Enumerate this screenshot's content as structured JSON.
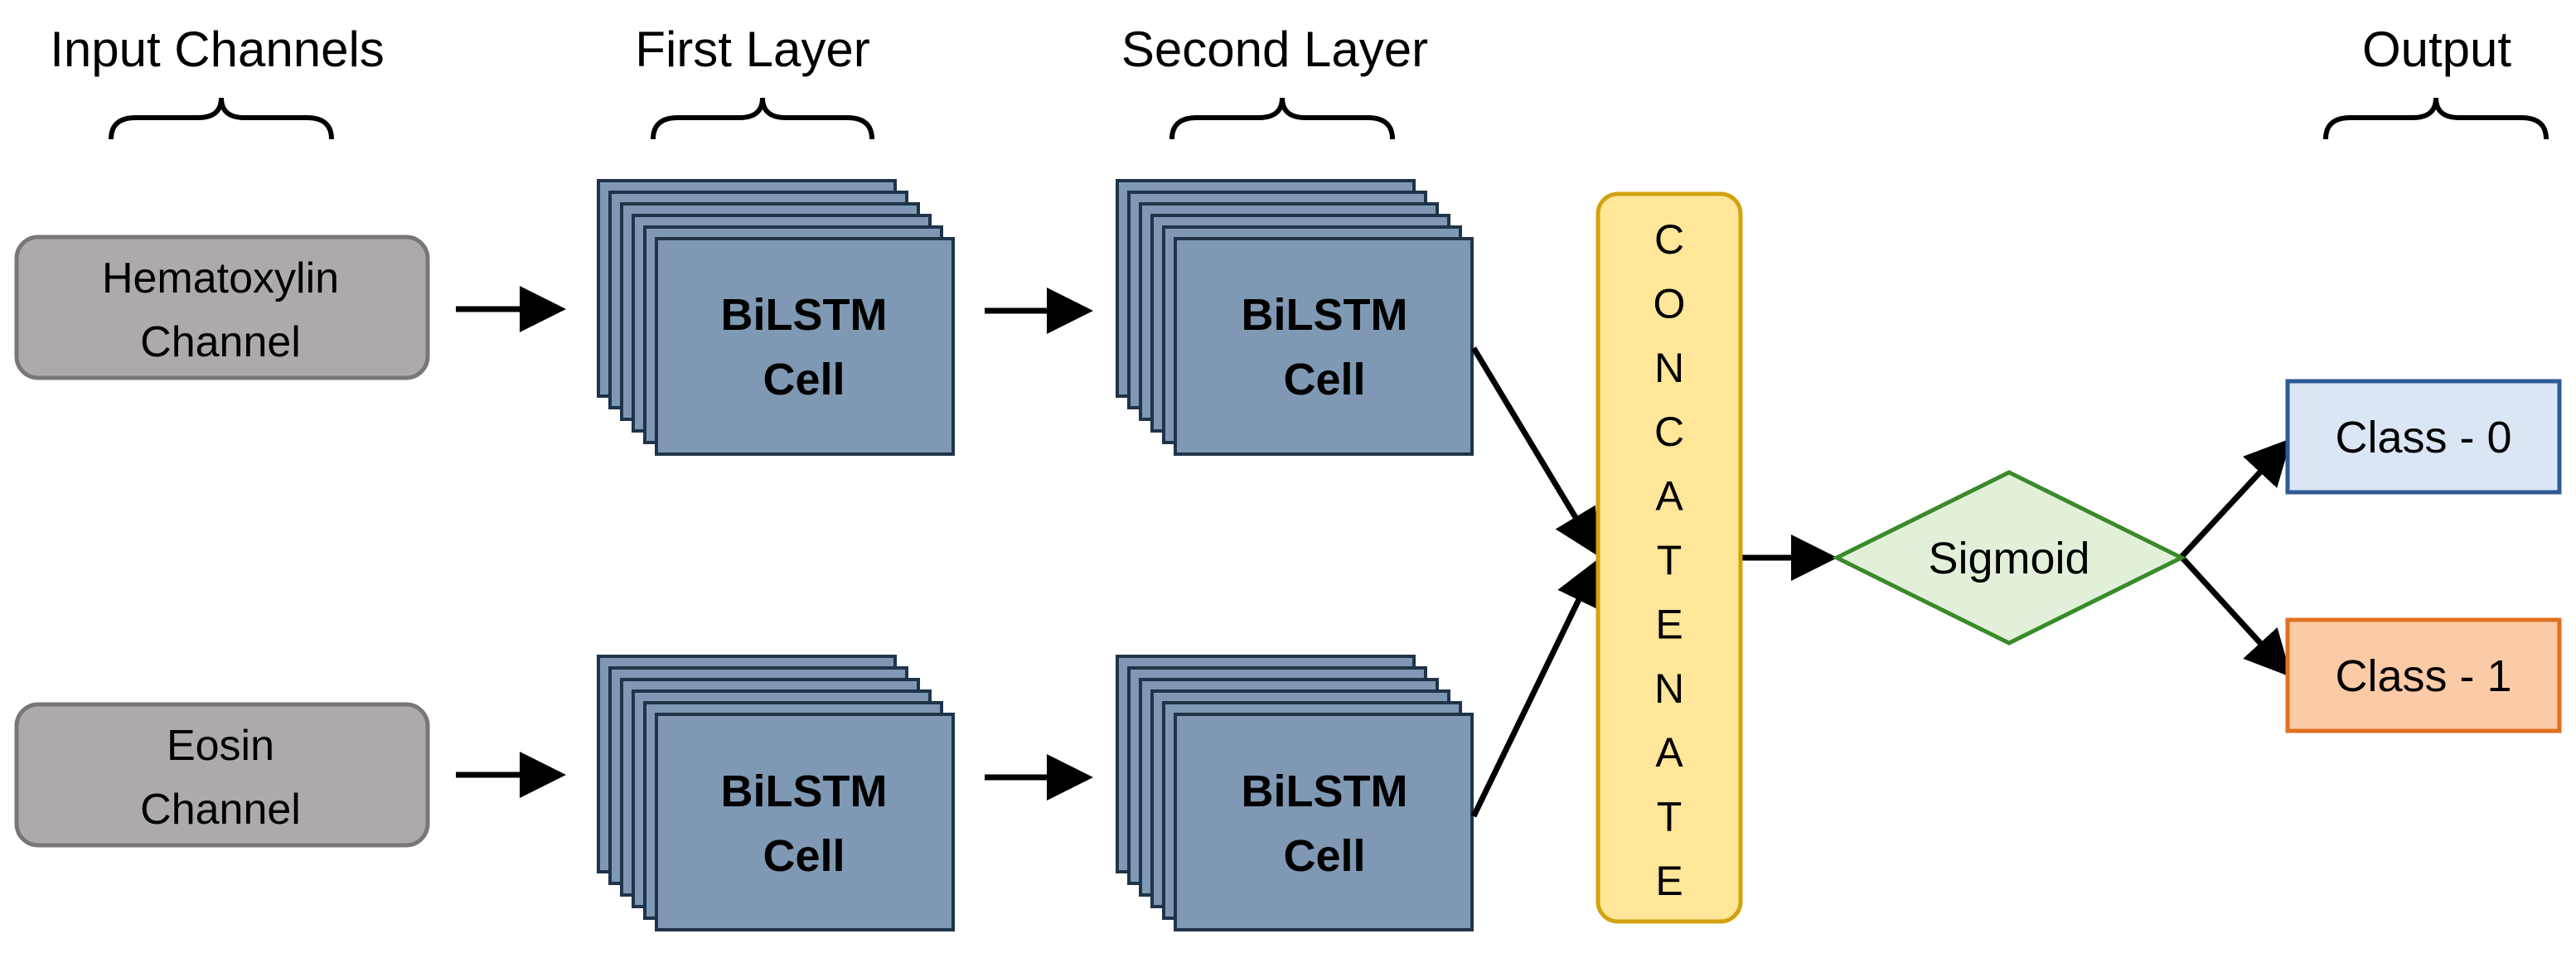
{
  "headers": {
    "input": "Input Channels",
    "first": "First Layer",
    "second": "Second Layer",
    "output": "Output"
  },
  "inputs": [
    {
      "line1": "Hematoxylin",
      "line2": "Channel"
    },
    {
      "line1": "Eosin",
      "line2": "Channel"
    }
  ],
  "cell": {
    "line1": "BiLSTM",
    "line2": "Cell"
  },
  "concat": {
    "letters": [
      "C",
      "O",
      "N",
      "C",
      "A",
      "T",
      "E",
      "N",
      "A",
      "T",
      "E"
    ]
  },
  "sigmoid": "Sigmoid",
  "outputs": [
    "Class - 0",
    "Class - 1"
  ],
  "colors": {
    "input_fill": "#aeaaaa",
    "input_stroke": "#7a7676",
    "cell_fill": "#7f98b3",
    "cell_stroke": "#1f3449",
    "concat_fill": "#ffe699",
    "concat_stroke": "#d2a20f",
    "sigmoid_fill": "#e2f0d9",
    "sigmoid_stroke": "#3a8a2a",
    "class0_fill": "#dae6f4",
    "class0_stroke": "#2e5b92",
    "class1_fill": "#fbcaa6",
    "class1_stroke": "#e07020"
  }
}
